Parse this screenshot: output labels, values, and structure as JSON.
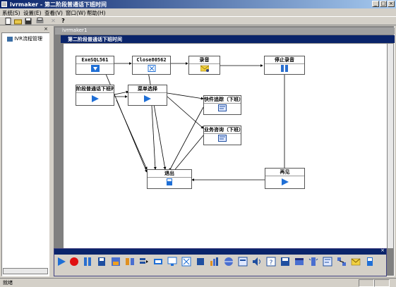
{
  "window": {
    "title": "ivrmaker - 第二阶段普通话下班时间",
    "min_label": "_",
    "max_label": "□",
    "close_label": "×"
  },
  "menu": {
    "items": [
      "系统(S)",
      "设置(E)",
      "查看(V)",
      "窗口(W)",
      "帮助(H)"
    ]
  },
  "sidebar": {
    "tree_item": "IVR流程管理"
  },
  "mdi": {
    "child1_title": "ivrmaker1",
    "child2_title": "第二阶段普通话下班时间"
  },
  "nodes": {
    "exe": "ExeSQL561",
    "close": "Close80562",
    "record": "录音",
    "stop": "停止录音",
    "stage": "阶段普通话下班时",
    "menu": "菜单选择",
    "fast": "快件追踪（下班）",
    "biz": "业务咨询（下班）",
    "exit": "退出",
    "bye": "再见"
  },
  "status": {
    "text": "就绪"
  },
  "colors": {
    "title_start": "#0a246a",
    "title_end": "#a6caf0",
    "node_icon_blue": "#1f6fd6",
    "stop_icon": "#2a6fcf"
  }
}
